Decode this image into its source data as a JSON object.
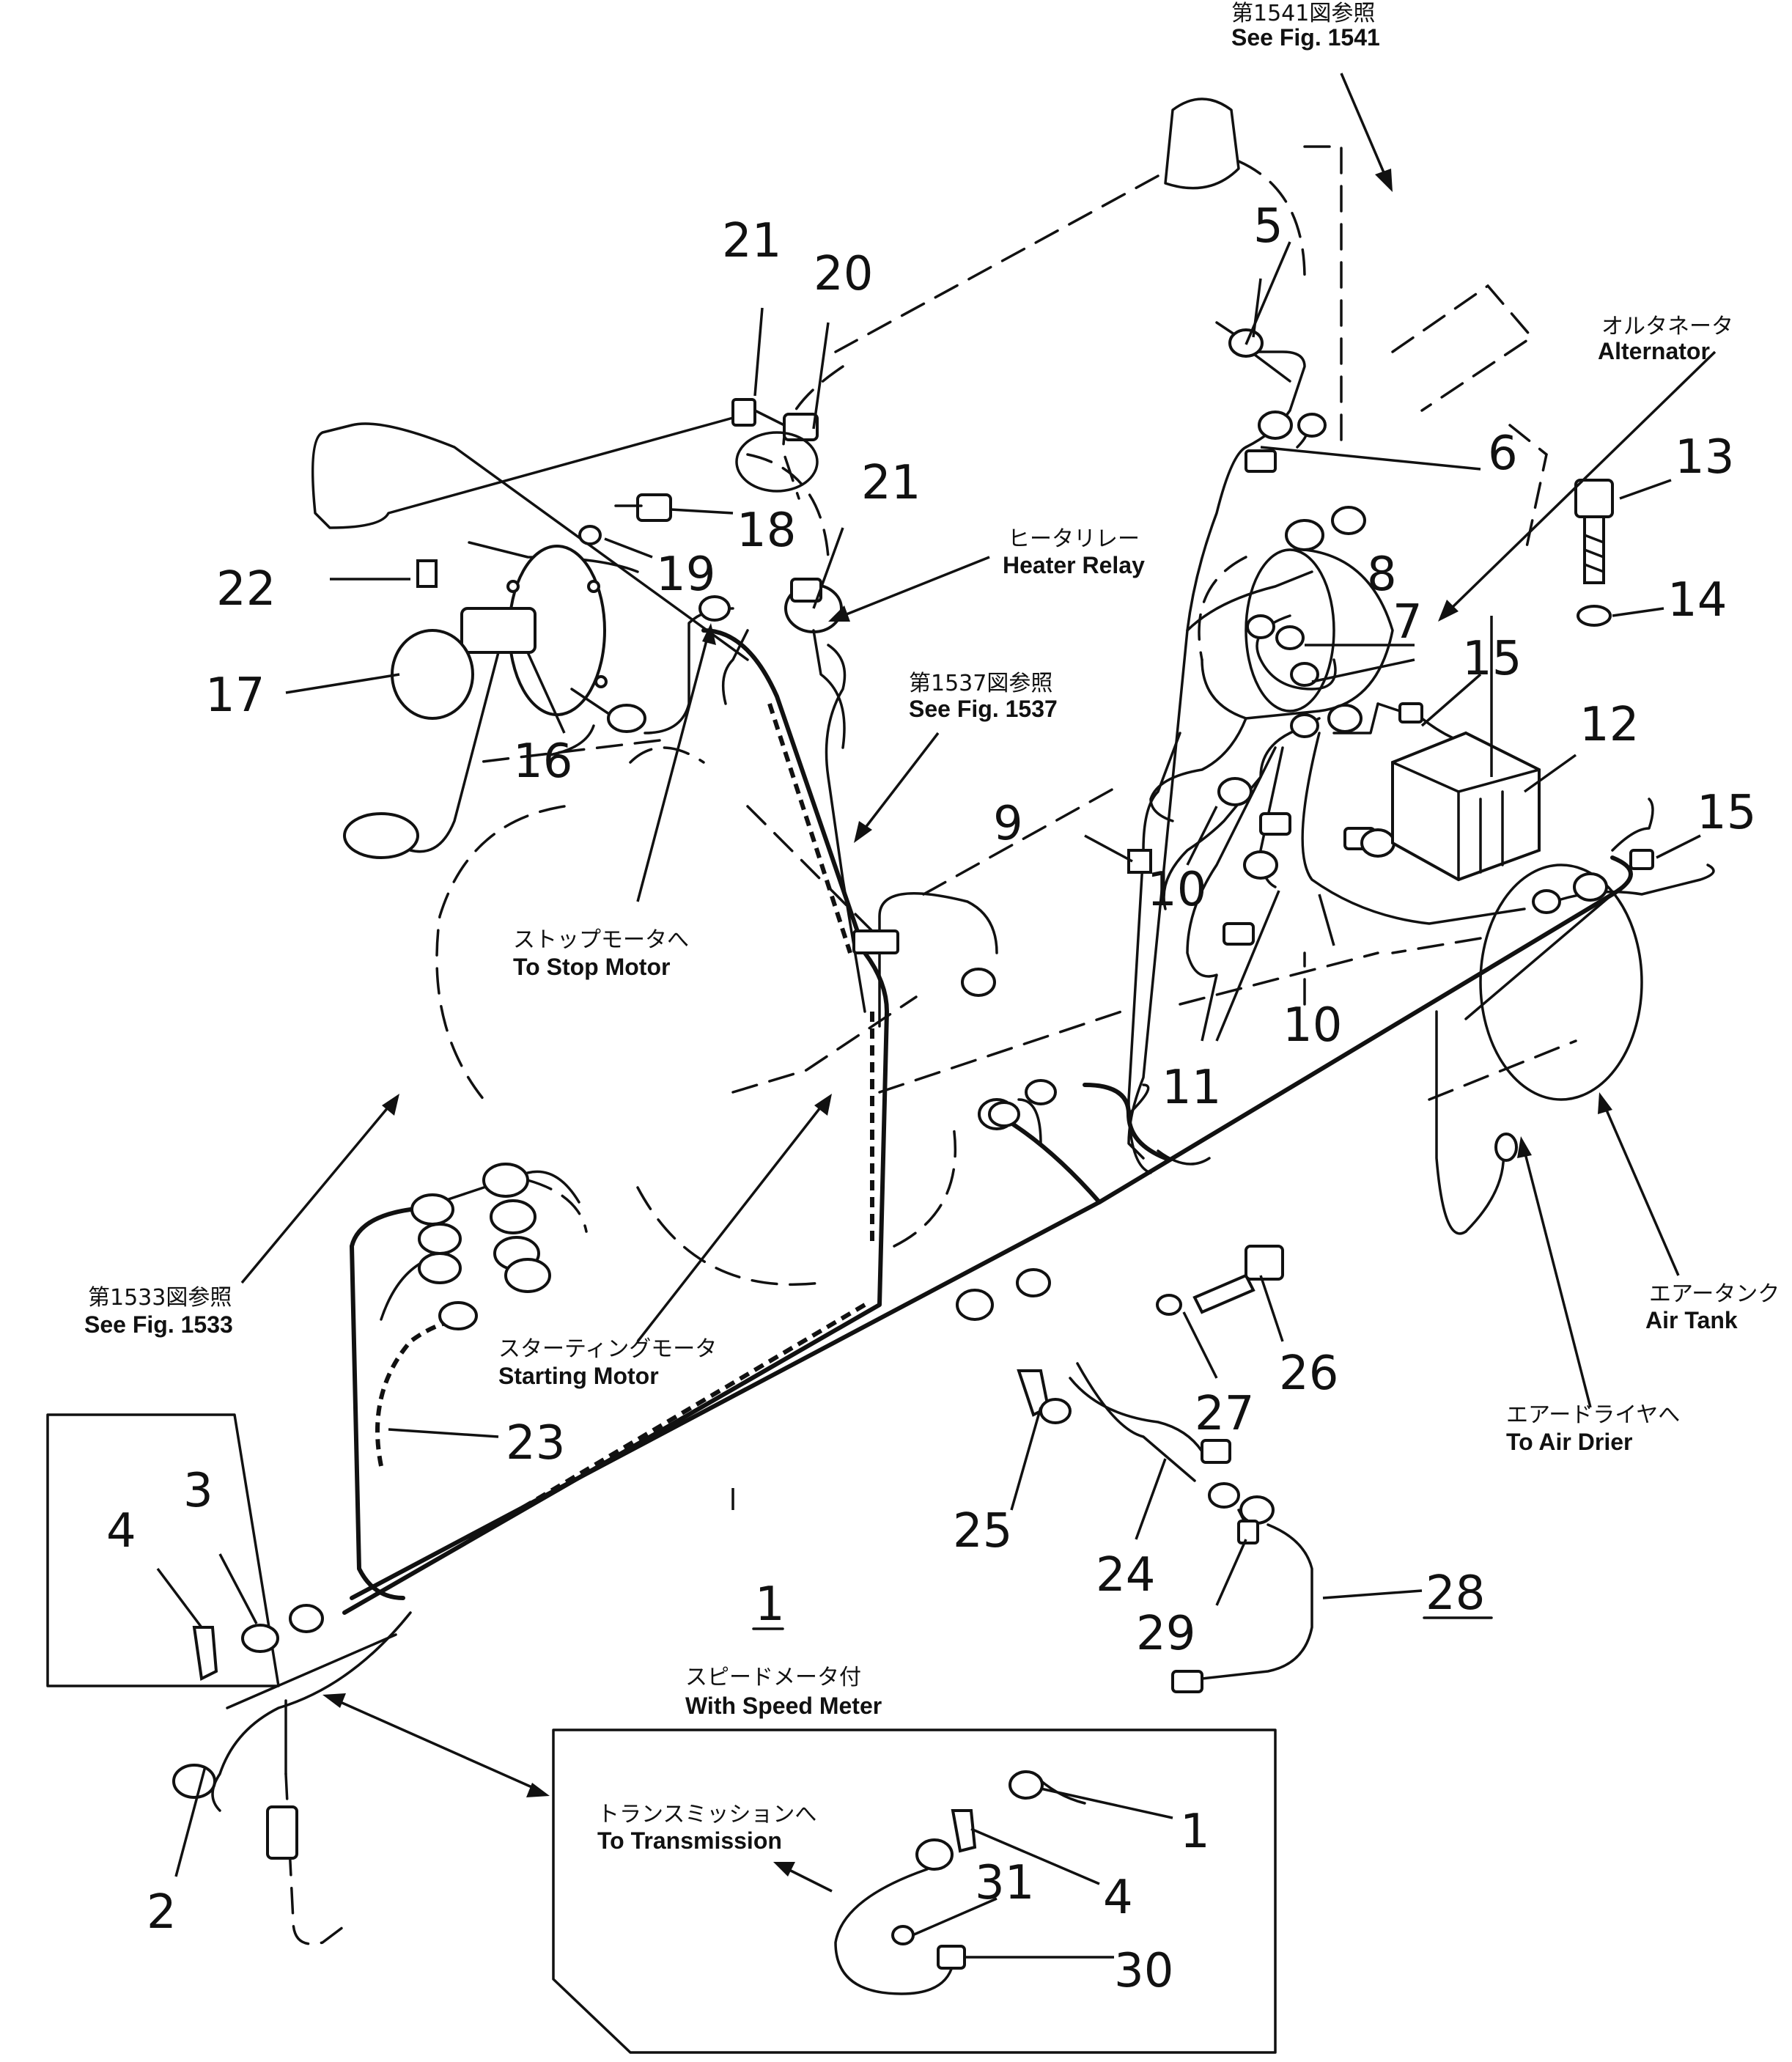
{
  "callouts": {
    "n1": "1",
    "n2": "2",
    "n3": "3",
    "n4": "4",
    "n5": "5",
    "n6": "6",
    "n7": "7",
    "n8": "8",
    "n9": "9",
    "n10a": "10",
    "n10b": "10",
    "n11": "11",
    "n12": "12",
    "n13": "13",
    "n14": "14",
    "n15a": "15",
    "n15b": "15",
    "n16": "16",
    "n17": "17",
    "n18": "18",
    "n19": "19",
    "n20": "20",
    "n21a": "21",
    "n21b": "21",
    "n22": "22",
    "n23": "23",
    "n24": "24",
    "n25": "25",
    "n26": "26",
    "n27": "27",
    "n28": "28",
    "n29": "29",
    "n30": "30",
    "n31": "31",
    "i1": "1",
    "i4": "4"
  },
  "labels": {
    "fig1541_jp": "第1541図参照",
    "fig1541_en": "See  Fig.  1541",
    "alternator_jp": "オルタネータ",
    "alternator_en": "Alternator",
    "heater_relay_jp": "ヒータリレー",
    "heater_relay_en": "Heater  Relay",
    "fig1537_jp": "第1537図参照",
    "fig1537_en": "See  Fig.  1537",
    "stop_motor_jp": "ストップモータへ",
    "stop_motor_en": "To  Stop  Motor",
    "fig1533_jp": "第1533図参照",
    "fig1533_en": "See  Fig.  1533",
    "starting_motor_jp": "スターティングモータ",
    "starting_motor_en": "Starting  Motor",
    "air_tank_jp": "エアータンク",
    "air_tank_en": "Air  Tank",
    "air_drier_jp": "エアードライヤへ",
    "air_drier_en": "To  Air  Drier",
    "speed_meter_jp": "スピードメータ付",
    "speed_meter_en": "With  Speed  Meter",
    "transmission_jp": "トランスミッションへ",
    "transmission_en": "To  Transmission"
  }
}
